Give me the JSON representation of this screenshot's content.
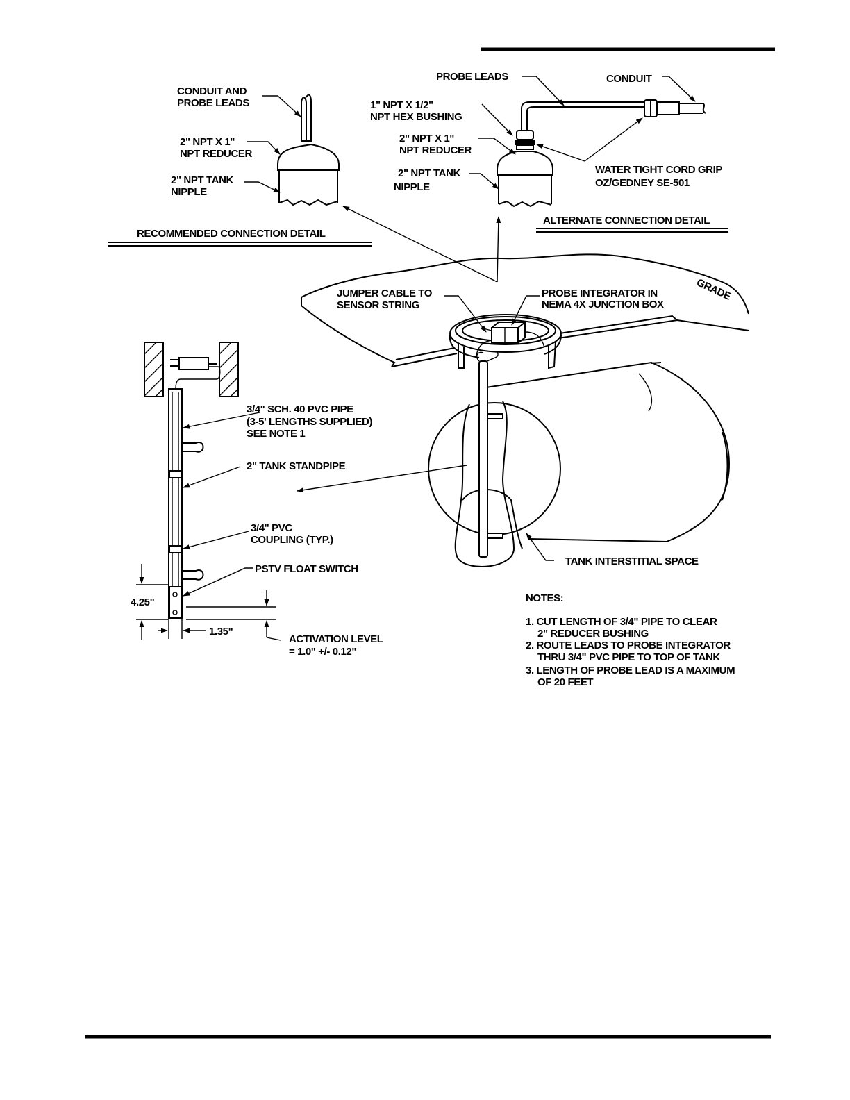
{
  "labels": {
    "conduit_and_probe_leads": [
      "CONDUIT AND",
      "PROBE LEADS"
    ],
    "reducer_left": [
      "2\" NPT X 1\"",
      "NPT REDUCER"
    ],
    "nipple_left": [
      "2\" NPT TANK",
      "NIPPLE"
    ],
    "recommended_detail": "RECOMMENDED CONNECTION DETAIL",
    "probe_leads": "PROBE LEADS",
    "conduit": "CONDUIT",
    "hex_bushing": [
      "1\" NPT X 1/2\"",
      "NPT HEX BUSHING"
    ],
    "reducer_right": [
      "2\" NPT X 1\"",
      "NPT REDUCER"
    ],
    "nipple_right": [
      "2\" NPT TANK",
      "NIPPLE"
    ],
    "cord_grip": [
      "WATER TIGHT CORD GRIP",
      "OZ/GEDNEY SE-501"
    ],
    "alternate_detail": "ALTERNATE CONNECTION DETAIL",
    "grade": "GRADE",
    "jumper_cable": [
      "JUMPER CABLE TO",
      "SENSOR STRING"
    ],
    "probe_integrator": [
      "PROBE INTEGRATOR IN",
      "NEMA 4X JUNCTION BOX"
    ],
    "pvc_pipe": [
      "3/4\" SCH. 40 PVC PIPE",
      "(3-5' LENGTHS SUPPLIED)",
      "SEE NOTE 1"
    ],
    "standpipe": "2\" TANK STANDPIPE",
    "coupling": [
      "3/4\" PVC",
      "COUPLING (TYP.)"
    ],
    "float_switch": "PSTV FLOAT SWITCH",
    "tank_interstitial": "TANK INTERSTITIAL SPACE",
    "dim_height": "4.25\"",
    "dim_width": "1.35\"",
    "activation_level": [
      "ACTIVATION LEVEL",
      "= 1.0\"  +/-  0.12\""
    ]
  },
  "notes": {
    "heading": "NOTES:",
    "items": [
      [
        "1. CUT LENGTH OF 3/4\" PIPE TO CLEAR",
        "2\" REDUCER BUSHING"
      ],
      [
        "2. ROUTE LEADS TO PROBE INTEGRATOR",
        "THRU 3/4\" PVC PIPE TO TOP OF TANK"
      ],
      [
        "3. LENGTH OF PROBE LEAD IS A MAXIMUM",
        "OF 20 FEET"
      ]
    ]
  }
}
